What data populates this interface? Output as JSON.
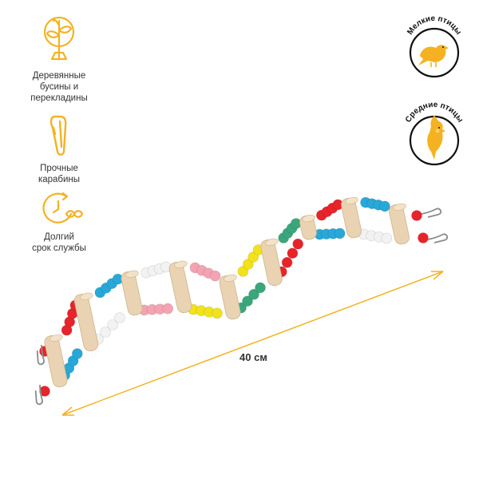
{
  "features": [
    {
      "icon": "plant-icon",
      "label_line1": "Деревянные",
      "label_line2": "бусины и",
      "label_line3": "перекладины"
    },
    {
      "icon": "carabiner-icon",
      "label_line1": "Прочные",
      "label_line2": "карабины"
    },
    {
      "icon": "infinity-clock-icon",
      "label_line1": "Долгий",
      "label_line2": "срок службы"
    }
  ],
  "badges": [
    {
      "icon": "small-bird-icon",
      "label": "Мелкие птицы"
    },
    {
      "icon": "medium-bird-icon",
      "label": "Средние птицы"
    }
  ],
  "dimension": {
    "label": "40 см"
  },
  "colors": {
    "accent": "#F4B223",
    "wood": "#E9D3B2",
    "bead_red": "#E8242B",
    "bead_blue": "#27A8D8",
    "bead_white": "#F2F2F2",
    "bead_pink": "#F3A3B2",
    "bead_yellow": "#F2E21A",
    "bead_green": "#3BA67C"
  }
}
